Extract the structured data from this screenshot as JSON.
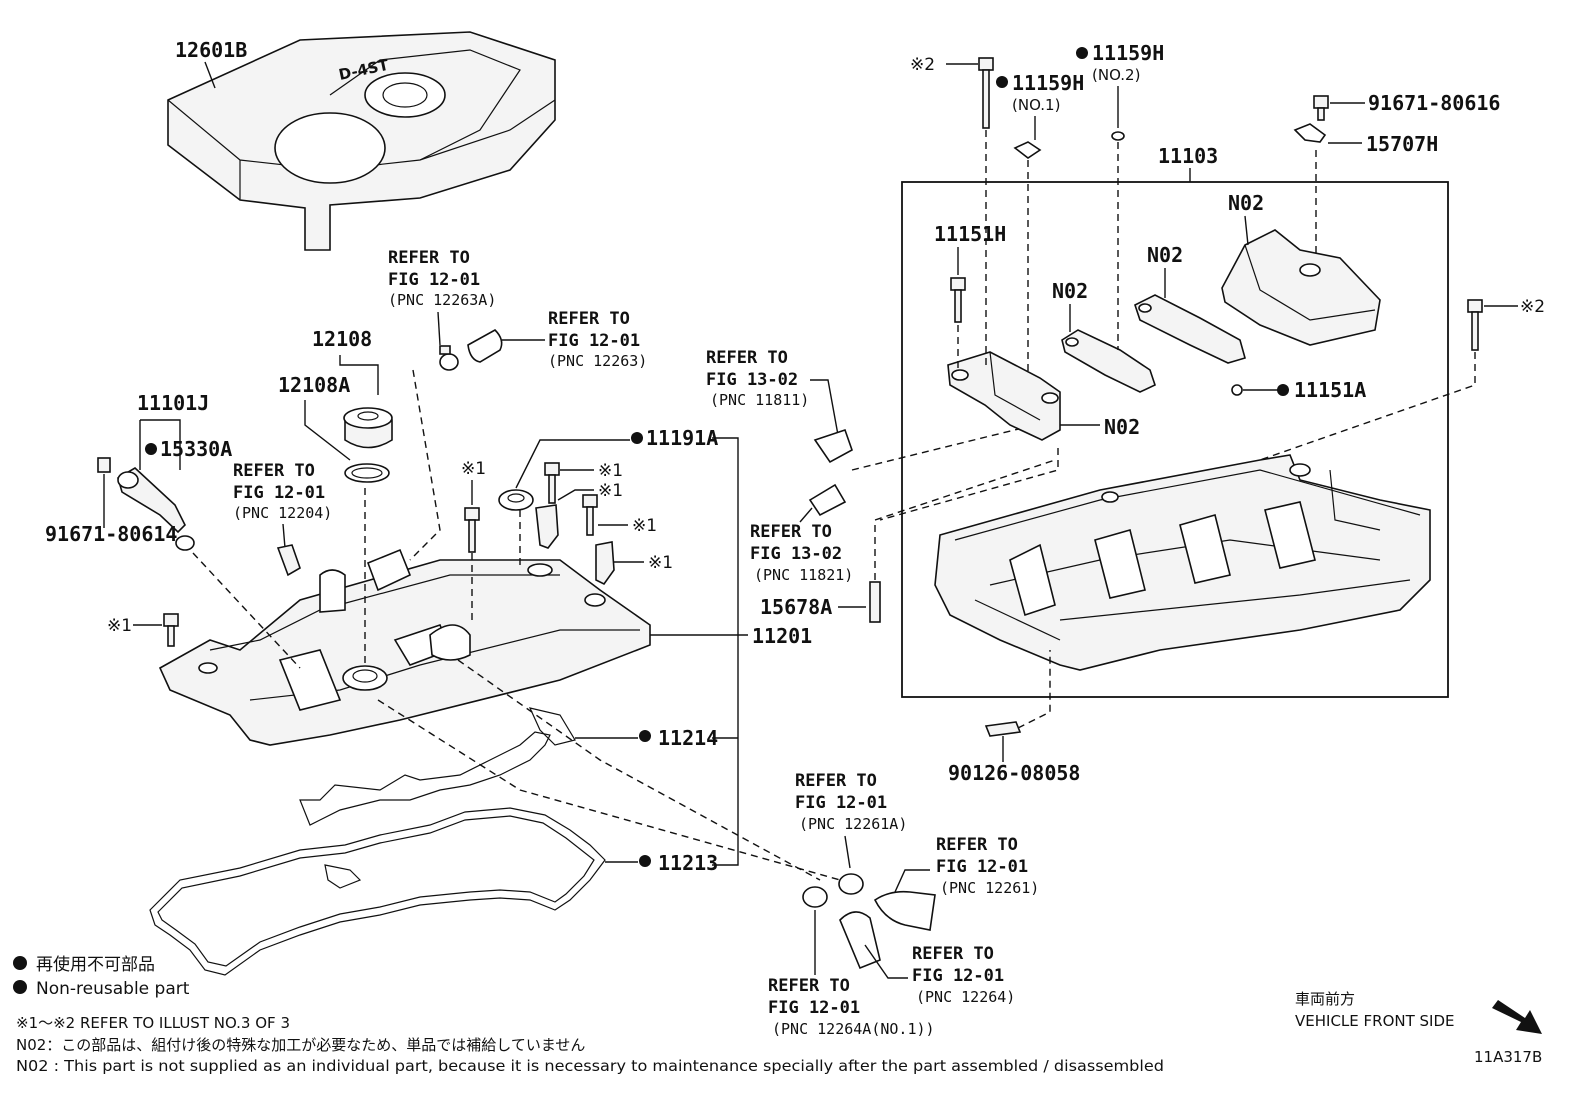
{
  "labels": {
    "engine_cover": "12601B",
    "oil_cap": "12108",
    "oil_cap_gasket": "12108A",
    "ocv": "11101J",
    "ocv_oring": "15330A",
    "ocv_bolt": "91671-80614",
    "stud_11191a": "11191A",
    "head_cover": "11201",
    "gasket_11214": "11214",
    "gasket_11213": "11213",
    "stud_15678a": "15678A",
    "stud_90126": "90126-08058",
    "bolt_91671_80616": "91671-80616",
    "part_15707h": "15707H",
    "housing": "11103",
    "bolt_11151h": "11151H",
    "ring_11151a": "11151A",
    "plug_11159h_1": "11159H",
    "plug_11159h_1_sub": "(NO.1)",
    "plug_11159h_2": "11159H",
    "plug_11159h_2_sub": "(NO.2)",
    "n02_a": "N02",
    "n02_b": "N02",
    "n02_c": "N02",
    "n02_d": "N02",
    "mark1_a": "※1",
    "mark1_b": "※1",
    "mark1_c": "※1",
    "mark1_d": "※1",
    "mark1_e": "※1",
    "mark1_f": "※1",
    "mark2_a": "※2",
    "mark2_b": "※2"
  },
  "references": {
    "r1": {
      "l1": "REFER TO",
      "l2": "FIG 12-01",
      "pnc": "(PNC 12263A)"
    },
    "r2": {
      "l1": "REFER TO",
      "l2": "FIG 12-01",
      "pnc": "(PNC 12263)"
    },
    "r3": {
      "l1": "REFER TO",
      "l2": "FIG 12-01",
      "pnc": "(PNC 12204)"
    },
    "r4": {
      "l1": "REFER TO",
      "l2": "FIG 13-02",
      "pnc": "(PNC 11811)"
    },
    "r5": {
      "l1": "REFER TO",
      "l2": "FIG 13-02",
      "pnc": "(PNC 11821)"
    },
    "r6": {
      "l1": "REFER TO",
      "l2": "FIG 12-01",
      "pnc": "(PNC 12261A)"
    },
    "r7": {
      "l1": "REFER TO",
      "l2": "FIG 12-01",
      "pnc": "(PNC 12261)"
    },
    "r8": {
      "l1": "REFER TO",
      "l2": "FIG 12-01",
      "pnc": "(PNC 12264)"
    },
    "r9": {
      "l1": "REFER TO",
      "l2": "FIG 12-01",
      "pnc": "(PNC 12264A(NO.1))"
    }
  },
  "logo_text": "D-4ST",
  "legend": {
    "jp": "再使用不可部品",
    "en": "Non-reusable part",
    "note1": "※1～※2 REFER TO ILLUST NO.3 OF 3",
    "note2": "N02：この部品は、組付け後の特殊な加工が必要なため、単品では補給していません",
    "note3": "N02 : This part is not supplied as an individual part, because it is necessary to maintenance specially after the part assembled / disassembled"
  },
  "direction": {
    "jp": "車両前方",
    "en": "VEHICLE FRONT SIDE"
  },
  "illustration_id": "11A317B"
}
